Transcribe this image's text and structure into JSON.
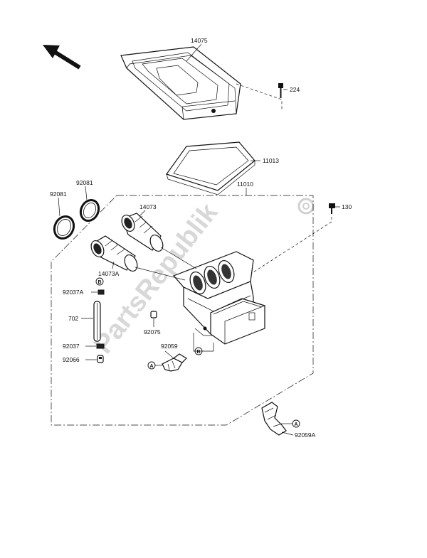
{
  "diagram": {
    "watermark": "PartsRepublik",
    "parts": {
      "air_cleaner_cover": "14075",
      "screw": "224",
      "filter_element": "11013",
      "housing_assembly": "11010",
      "bolt": "130",
      "o_ring_1": "92081",
      "o_ring_2": "92081",
      "duct_upper": "14073",
      "duct_lower": "14073A",
      "clamp_a": "92037A",
      "pipe": "702",
      "cap": "92075",
      "hose": "92059",
      "clamp": "92037",
      "plug": "92066",
      "hose_a": "92059A"
    },
    "callouts": {
      "a": "A",
      "b": "B"
    }
  }
}
